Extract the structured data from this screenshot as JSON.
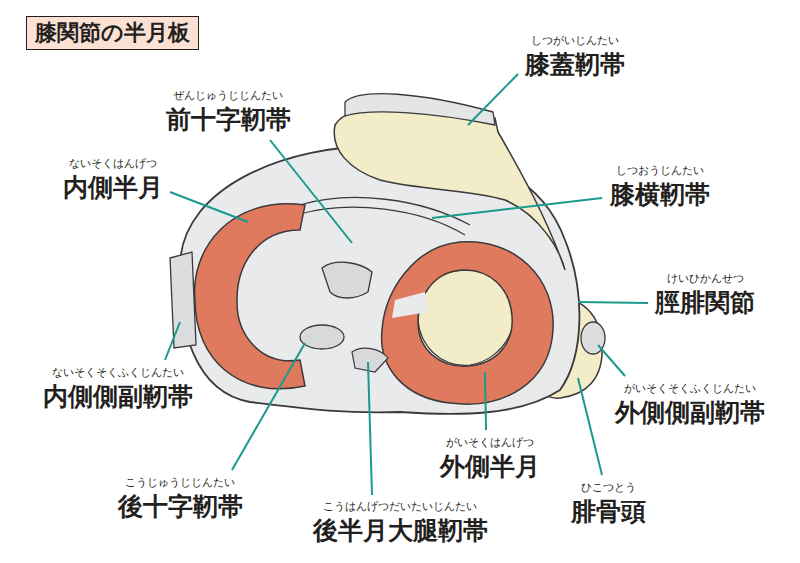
{
  "diagram": {
    "title": "膝関節の半月板",
    "labels": [
      "しつがいじんたい",
      "膝蓋靭帯",
      "ぜんじゅうじじんたい",
      "前十字靭帯",
      "ないそくはんげつ",
      "内側半月",
      "しつおうじんたい",
      "膝横靭帯",
      "けいひかんせつ",
      "脛腓関節",
      "ないそくそくふくじんたい",
      "内側側副靭帯",
      "がいそくそくふくじんたい",
      "外側側副靭帯",
      "がいそくはんげつ",
      "外側半月",
      "こうじゅうじじんたい",
      "後十字靭帯",
      "ひこつとう",
      "腓骨頭",
      "こうはんげつだいたいじんたい",
      "後半月大腿靭帯"
    ]
  }
}
